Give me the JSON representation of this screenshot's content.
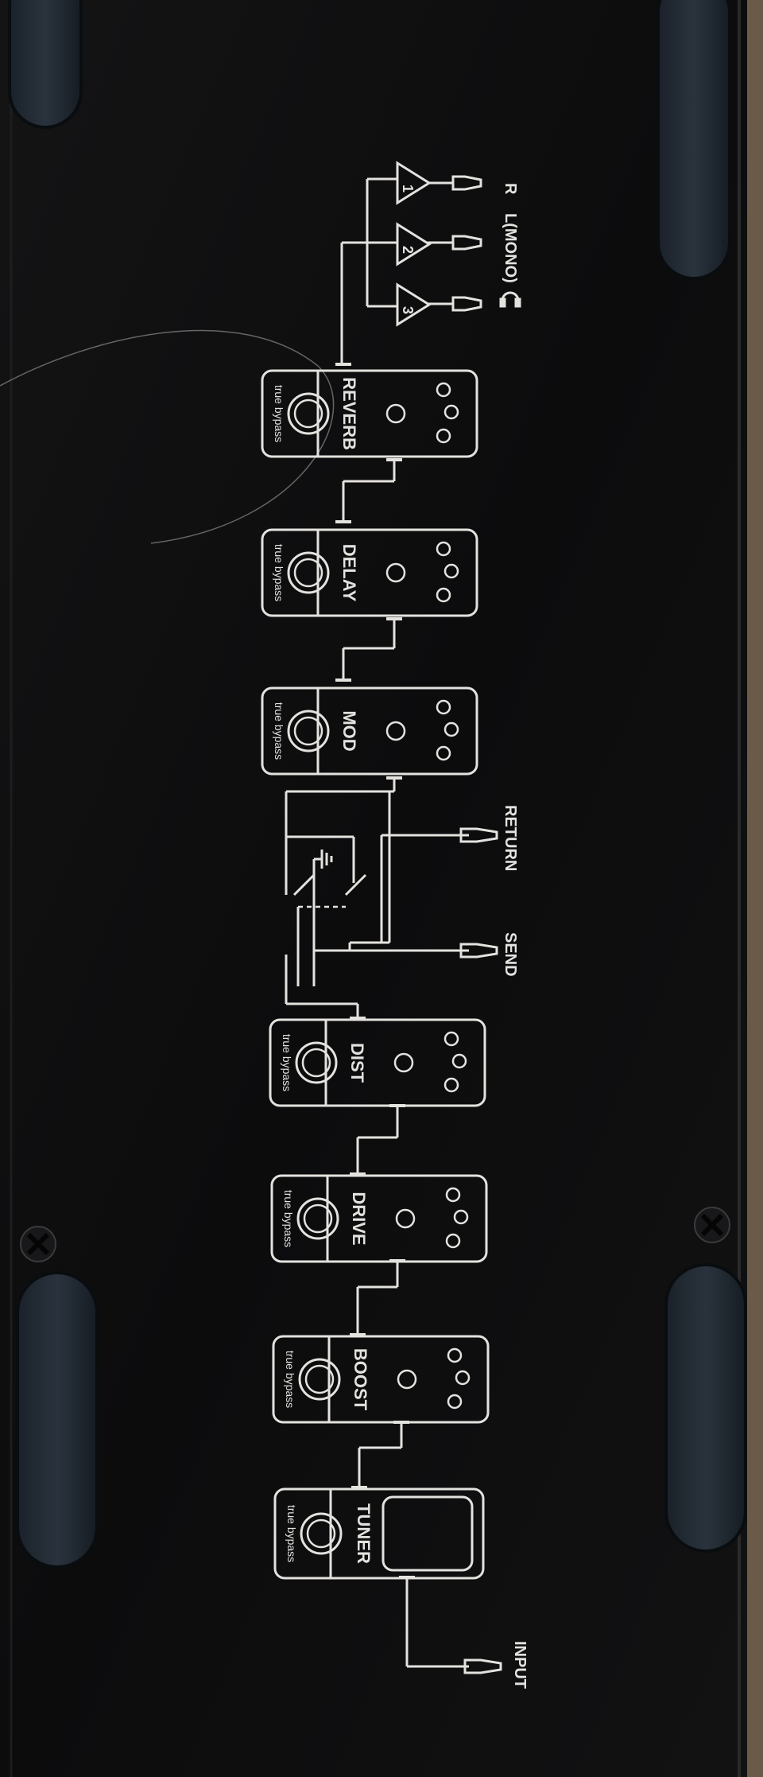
{
  "outputs": {
    "right": "R",
    "left_mono": "L(MONO)",
    "amp_numbers": [
      "1",
      "2",
      "3"
    ]
  },
  "pedals": [
    {
      "name": "REVERB",
      "bypass": "true bypass"
    },
    {
      "name": "DELAY",
      "bypass": "true bypass"
    },
    {
      "name": "MOD",
      "bypass": "true bypass"
    },
    {
      "name": "DIST",
      "bypass": "true bypass"
    },
    {
      "name": "DRIVE",
      "bypass": "true bypass"
    },
    {
      "name": "BOOST",
      "bypass": "true bypass"
    },
    {
      "name": "TUNER",
      "bypass": "true bypass"
    }
  ],
  "loop": {
    "return_label": "RETURN",
    "send_label": "SEND"
  },
  "input_label": "INPUT",
  "colors": {
    "board": "#0e0e0f",
    "print": "#e4e2de",
    "feet": "#222a33",
    "carpet": "#6b5a48"
  }
}
